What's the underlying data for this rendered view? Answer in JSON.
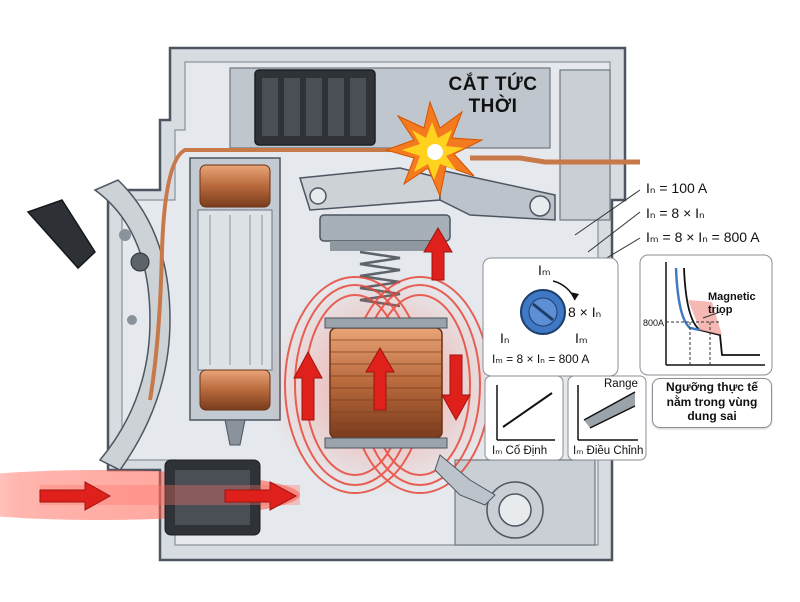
{
  "labels": {
    "title_line1": "CẮT TỨC",
    "title_line2": "THỜI",
    "in_rating": "Iₙ = 100 A",
    "im_multiple": "Iₙ = 8 × Iₙ",
    "im_value": "Iₘ = 8 × Iₙ = 800 A",
    "dial_top": "Iₘ",
    "dial_right": "8 × Iₙ",
    "dial_left_bottom": "Iₙ",
    "dial_right_bottom": "Iₘ",
    "dial_formula": "Iₘ = 8 × Iₙ = 800 A",
    "graph_fixed": "Iₘ Cố Định",
    "graph_adjustable": "Iₘ Điều Chỉnh",
    "range": "Range",
    "curve_800a": "800A",
    "magnetic_trip_line1": "Magnetic",
    "magnetic_trip_line2": "triọp",
    "threshold_line1": "Ngưỡng thực tế",
    "threshold_line2": "nằm trong vùng",
    "threshold_line3": "dung sai"
  },
  "colors": {
    "housing": "#d7dce1",
    "housing_dark": "#aeb5bc",
    "copper": "#c8794a",
    "copper_dark": "#8a4a25",
    "flux_red": "#e23b2e",
    "arrow_red": "#e0201b",
    "spark_yellow": "#ffd21f",
    "spark_orange": "#f47a1f",
    "dial_blue": "#3f78c4"
  }
}
